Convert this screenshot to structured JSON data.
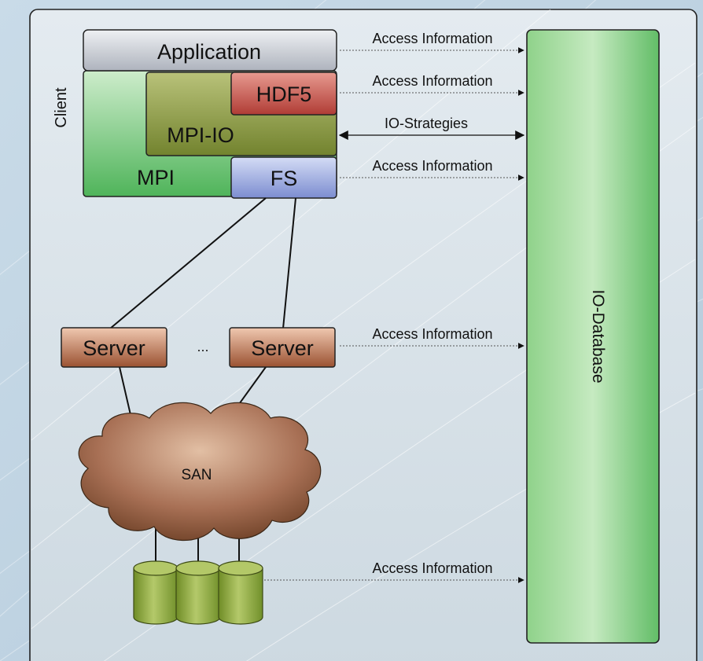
{
  "client_label": "Client",
  "stack": {
    "application": "Application",
    "hdf5": "HDF5",
    "mpi_io": "MPI-IO",
    "mpi": "MPI",
    "fs": "FS"
  },
  "servers": {
    "left": "Server",
    "right": "Server",
    "ellipsis": "..."
  },
  "san": "SAN",
  "database": "IO-Database",
  "edges": {
    "application": "Access Information",
    "hdf5": "Access Information",
    "mpi_io": "IO-Strategies",
    "fs": "Access Information",
    "server": "Access Information",
    "storage": "Access Information"
  },
  "colors": {
    "background": "#bfd3e3",
    "panel": "#d5dfe6",
    "application": "#c9ccd3",
    "hdf5": "#c0524a",
    "mpi_io": "#8a9b45",
    "mpi": "#58b960",
    "fs": "#8f9ed8",
    "server": "#a65f3f",
    "san": "#8b5a3c",
    "disk": "#8aa83a",
    "database": "#66c06a"
  }
}
